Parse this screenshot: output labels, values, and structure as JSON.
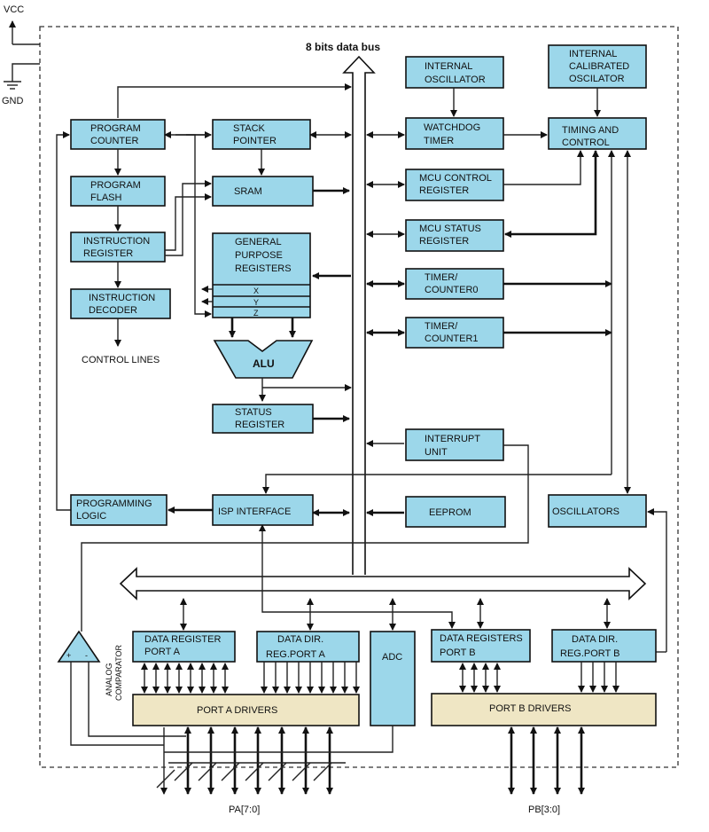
{
  "power": {
    "vcc": "VCC",
    "gnd": "GND"
  },
  "bus": {
    "title": "8 bits data bus"
  },
  "blocks": {
    "program_counter": [
      "PROGRAM",
      "COUNTER"
    ],
    "program_flash": [
      "PROGRAM",
      "FLASH"
    ],
    "instruction_register": [
      "INSTRUCTION",
      "REGISTER"
    ],
    "instruction_decoder": [
      "INSTRUCTION",
      "DECODER"
    ],
    "control_lines": "CONTROL LINES",
    "stack_pointer": [
      "STACK",
      "POINTER"
    ],
    "sram": "SRAM",
    "gpr": [
      "GENERAL",
      "PURPOSE",
      "REGISTERS"
    ],
    "reg_x": "X",
    "reg_y": "Y",
    "reg_z": "Z",
    "alu": "ALU",
    "status_register": [
      "STATUS",
      "REGISTER"
    ],
    "internal_oscillator": [
      "INTERNAL",
      "OSCILLATOR"
    ],
    "internal_calibrated_oscillator": [
      "INTERNAL",
      "CALIBRATED",
      "OSCILATOR"
    ],
    "watchdog_timer": [
      "WATCHDOG",
      "TIMER"
    ],
    "timing_and_control": [
      "TIMING AND",
      "CONTROL"
    ],
    "mcu_control_register": [
      "MCU CONTROL",
      "REGISTER"
    ],
    "mcu_status_register": [
      "MCU STATUS",
      "REGISTER"
    ],
    "timer_counter0": [
      "TIMER/",
      "COUNTER0"
    ],
    "timer_counter1": [
      "TIMER/",
      "COUNTER1"
    ],
    "interrupt_unit": [
      "INTERRUPT",
      "UNIT"
    ],
    "programming_logic": [
      "PROGRAMMING",
      "LOGIC"
    ],
    "isp_interface": "ISP INTERFACE",
    "eeprom": "EEPROM",
    "oscillators": "OSCILLATORS",
    "data_register_port_a": [
      "DATA REGISTER",
      "PORT A"
    ],
    "data_dir_reg_port_a": [
      "DATA DIR.",
      "REG.PORT A"
    ],
    "adc": "ADC",
    "data_registers_port_b": [
      "DATA REGISTERS",
      "PORT B"
    ],
    "data_dir_reg_port_b": [
      "DATA DIR.",
      "REG.PORT B"
    ],
    "port_a_drivers": "PORT A DRIVERS",
    "port_b_drivers": "PORT B DRIVERS",
    "analog_comparator": [
      "ANALOG",
      "COMPARATOR"
    ],
    "comparator_plus": "+",
    "comparator_minus": "-"
  },
  "pins": {
    "port_a": "PA[7:0]",
    "port_b": "PB[3:0]"
  },
  "colors": {
    "block": "#9cd7ea",
    "driver": "#efe6c4",
    "line": "#222222"
  }
}
